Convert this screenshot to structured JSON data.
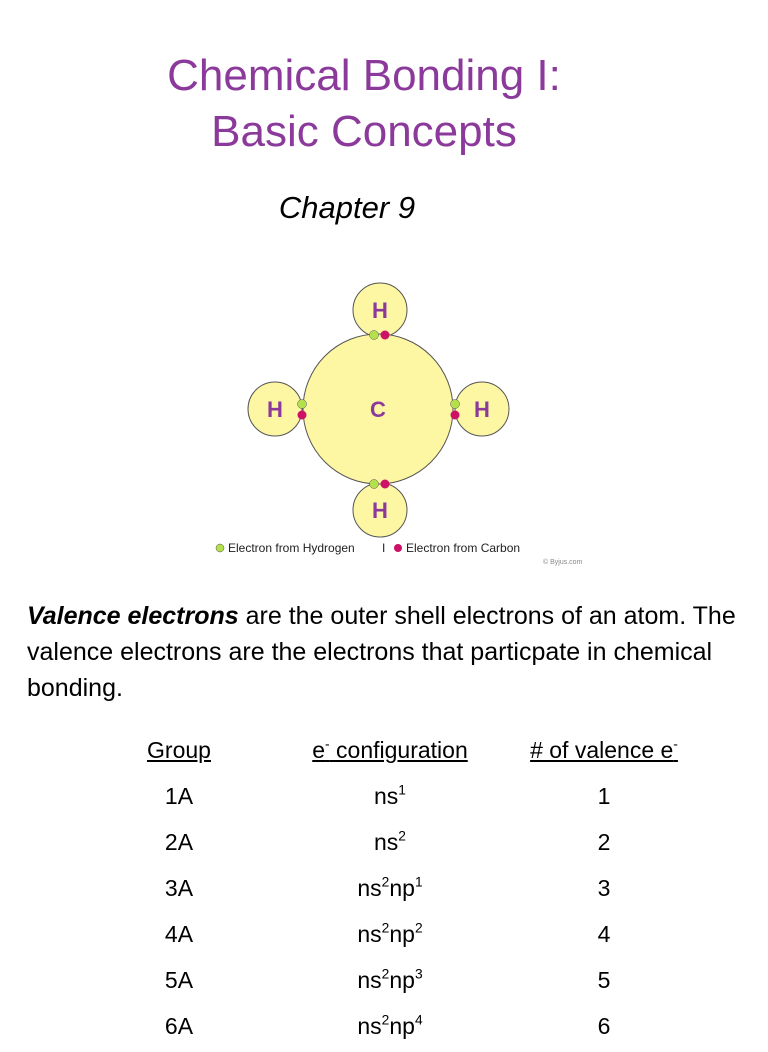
{
  "title": {
    "line1": "Chemical Bonding I:",
    "line2": "Basic Concepts"
  },
  "subtitle": "Chapter 9",
  "diagram": {
    "center_atom": "C",
    "outer_atoms": [
      "H",
      "H",
      "H",
      "H"
    ],
    "legend": {
      "hydrogen": "Electron from Hydrogen",
      "separator": "I",
      "carbon": "Electron from Carbon"
    },
    "credit": "© Byjus.com",
    "colors": {
      "hydrogen_electron": "#b4e04c",
      "carbon_electron": "#cc1166",
      "atom_fill": "#fdf6a2",
      "label": "#8b3a9b"
    }
  },
  "paragraph": {
    "term": "Valence electrons",
    "text": " are the outer shell electrons of an atom.  The valence electrons are the electrons that particpate in chemical bonding."
  },
  "table": {
    "headers": {
      "group": "Group",
      "config_prefix": "e",
      "config_sup": "-",
      "config_rest": " configuration",
      "valence_prefix": "# of valence e",
      "valence_sup": "-"
    },
    "rows": [
      {
        "group": "1A",
        "config": [
          [
            "ns",
            "1"
          ]
        ],
        "valence": "1"
      },
      {
        "group": "2A",
        "config": [
          [
            "ns",
            "2"
          ]
        ],
        "valence": "2"
      },
      {
        "group": "3A",
        "config": [
          [
            "ns",
            "2"
          ],
          [
            "np",
            "1"
          ]
        ],
        "valence": "3"
      },
      {
        "group": "4A",
        "config": [
          [
            "ns",
            "2"
          ],
          [
            "np",
            "2"
          ]
        ],
        "valence": "4"
      },
      {
        "group": "5A",
        "config": [
          [
            "ns",
            "2"
          ],
          [
            "np",
            "3"
          ]
        ],
        "valence": "5"
      },
      {
        "group": "6A",
        "config": [
          [
            "ns",
            "2"
          ],
          [
            "np",
            "4"
          ]
        ],
        "valence": "6"
      }
    ]
  }
}
